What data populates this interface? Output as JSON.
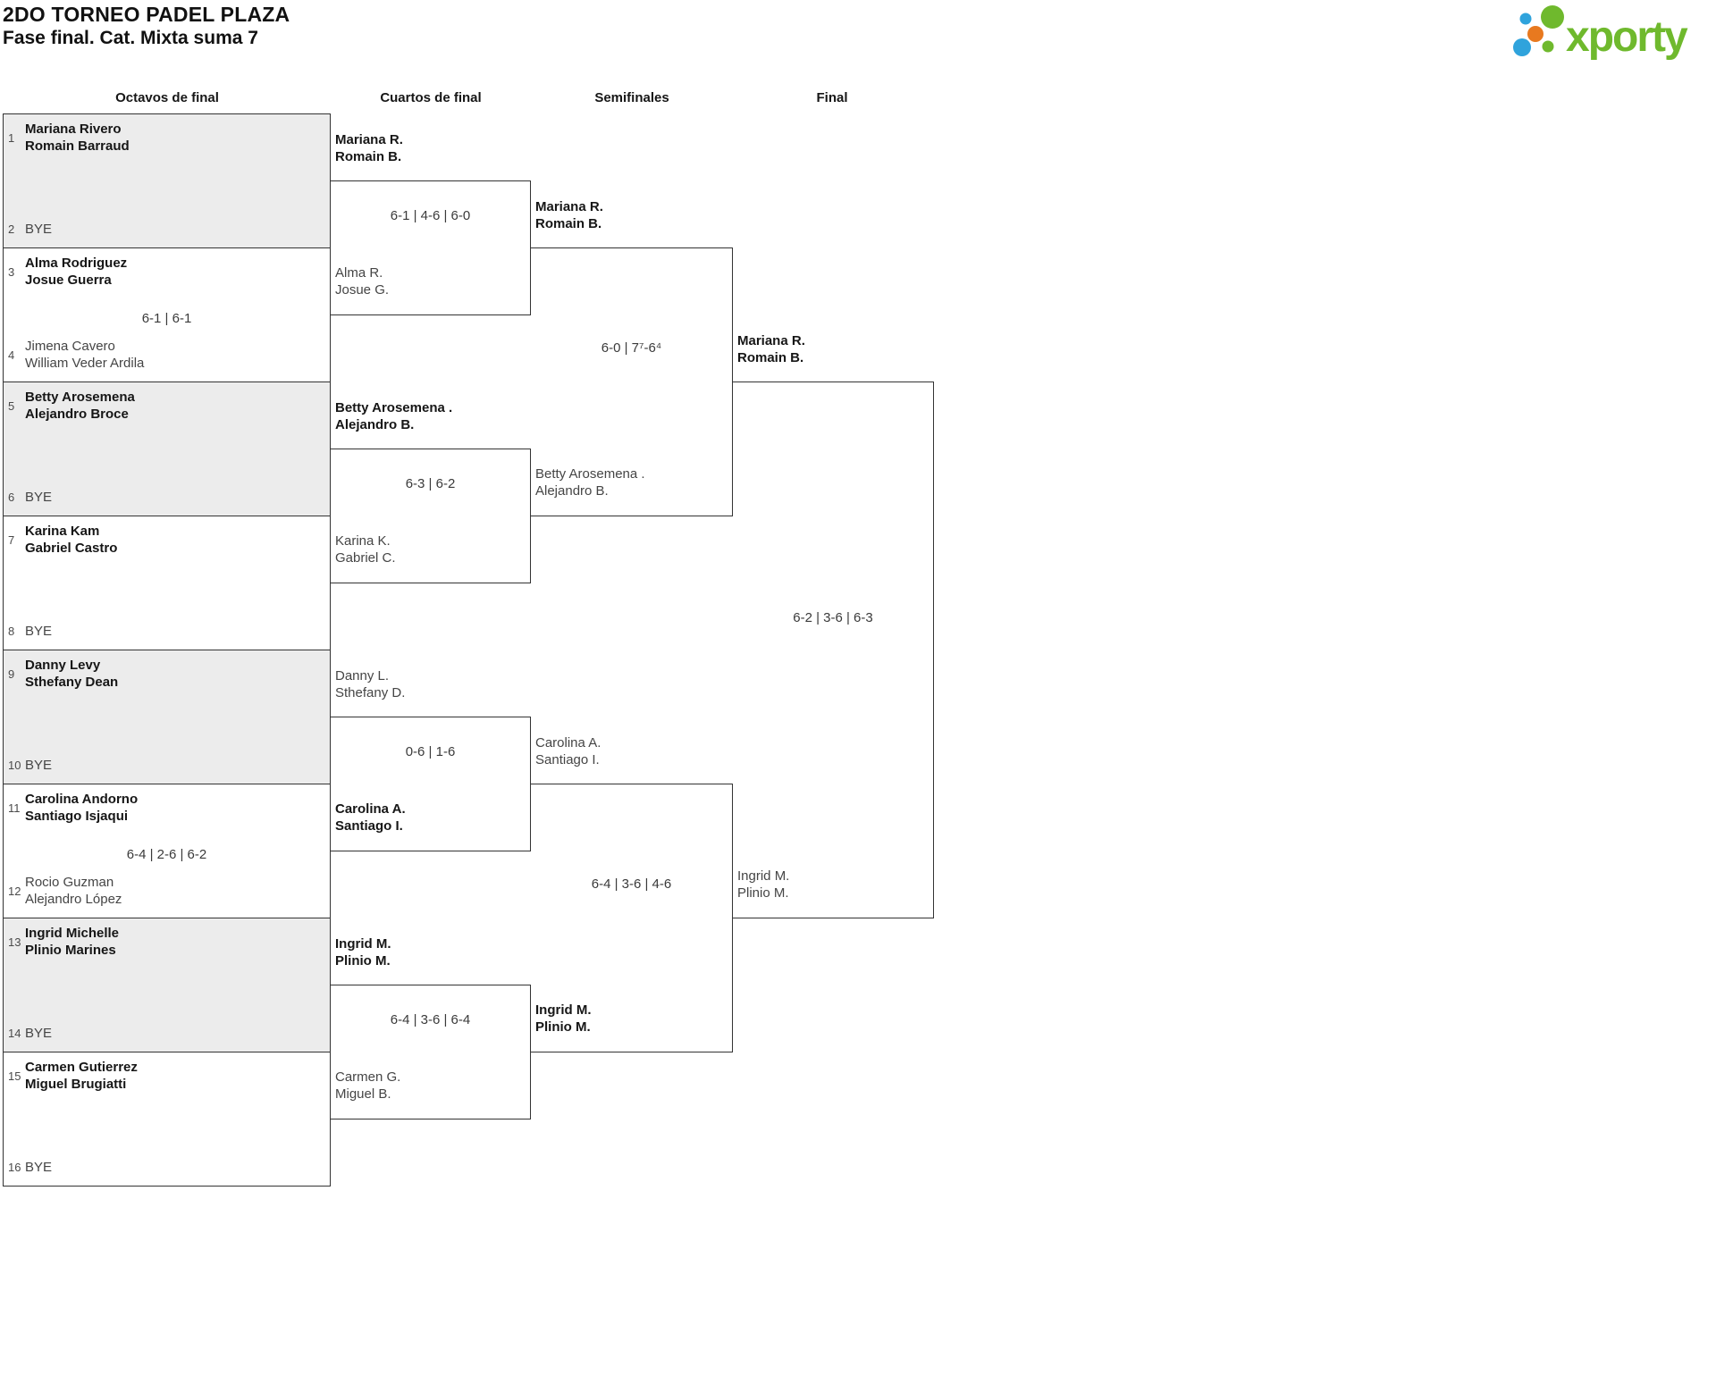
{
  "header": {
    "title": "2DO TORNEO PADEL PLAZA",
    "subtitle": "Fase final. Cat. Mixta suma 7",
    "logo_text": "xporty",
    "logo_colors": {
      "green": "#6fb92d",
      "blue": "#2fa3dc",
      "orange": "#e8791f"
    }
  },
  "rounds": [
    "Octavos de final",
    "Cuartos de final",
    "Semifinales",
    "Final"
  ],
  "bracket": {
    "r16_pairs": [
      {
        "shaded": true,
        "top": {
          "seed": "1",
          "line1": "Mariana Rivero",
          "line2": "Romain Barraud",
          "winner": true
        },
        "score": "",
        "bottom": {
          "seed": "2",
          "line1": "BYE",
          "line2": "",
          "winner": false
        }
      },
      {
        "shaded": false,
        "top": {
          "seed": "3",
          "line1": "Alma Rodriguez",
          "line2": "Josue Guerra",
          "winner": true
        },
        "score": "6-1 | 6-1",
        "bottom": {
          "seed": "4",
          "line1": "Jimena Cavero",
          "line2": "William Veder Ardila",
          "winner": false
        }
      },
      {
        "shaded": true,
        "top": {
          "seed": "5",
          "line1": "Betty Arosemena",
          "line2": "Alejandro Broce",
          "winner": true
        },
        "score": "",
        "bottom": {
          "seed": "6",
          "line1": "BYE",
          "line2": "",
          "winner": false
        }
      },
      {
        "shaded": false,
        "top": {
          "seed": "7",
          "line1": "Karina Kam",
          "line2": "Gabriel Castro",
          "winner": true
        },
        "score": "",
        "bottom": {
          "seed": "8",
          "line1": "BYE",
          "line2": "",
          "winner": false
        }
      },
      {
        "shaded": true,
        "top": {
          "seed": "9",
          "line1": "Danny Levy",
          "line2": "Sthefany Dean",
          "winner": true
        },
        "score": "",
        "bottom": {
          "seed": "10",
          "line1": "BYE",
          "line2": "",
          "winner": false
        }
      },
      {
        "shaded": false,
        "top": {
          "seed": "11",
          "line1": "Carolina Andorno",
          "line2": "Santiago Isjaqui",
          "winner": true
        },
        "score": "6-4 | 2-6 | 6-2",
        "bottom": {
          "seed": "12",
          "line1": "Rocio Guzman",
          "line2": "Alejandro López",
          "winner": false
        }
      },
      {
        "shaded": true,
        "top": {
          "seed": "13",
          "line1": "Ingrid Michelle",
          "line2": "Plinio Marines",
          "winner": true
        },
        "score": "",
        "bottom": {
          "seed": "14",
          "line1": "BYE",
          "line2": "",
          "winner": false
        }
      },
      {
        "shaded": false,
        "top": {
          "seed": "15",
          "line1": "Carmen Gutierrez",
          "line2": "Miguel Brugiatti",
          "winner": true
        },
        "score": "",
        "bottom": {
          "seed": "16",
          "line1": "BYE",
          "line2": "",
          "winner": false
        }
      }
    ],
    "quarterfinals": [
      {
        "top": {
          "line1": "Mariana R.",
          "line2": "Romain B.",
          "winner": true
        },
        "score": "6-1 | 4-6 | 6-0",
        "bottom": {
          "line1": "Alma R.",
          "line2": "Josue G.",
          "winner": false
        }
      },
      {
        "top": {
          "line1": "Betty Arosemena .",
          "line2": "Alejandro B.",
          "winner": true
        },
        "score": "6-3 | 6-2",
        "bottom": {
          "line1": "Karina K.",
          "line2": "Gabriel C.",
          "winner": false
        }
      },
      {
        "top": {
          "line1": "Danny L.",
          "line2": "Sthefany D.",
          "winner": false
        },
        "score": "0-6 | 1-6",
        "bottom": {
          "line1": "Carolina A.",
          "line2": "Santiago I.",
          "winner": true
        }
      },
      {
        "top": {
          "line1": "Ingrid M.",
          "line2": "Plinio M.",
          "winner": true
        },
        "score": "6-4 | 3-6 | 6-4",
        "bottom": {
          "line1": "Carmen G.",
          "line2": "Miguel B.",
          "winner": false
        }
      }
    ],
    "semifinals": [
      {
        "top": {
          "line1": "Mariana R.",
          "line2": "Romain B.",
          "winner": true
        },
        "score": "6-0 | 7⁷-6⁴",
        "bottom": {
          "line1": "Betty Arosemena .",
          "line2": "Alejandro B.",
          "winner": false
        }
      },
      {
        "top": {
          "line1": "Carolina A.",
          "line2": "Santiago I.",
          "winner": false
        },
        "score": "6-4 | 3-6 | 4-6",
        "bottom": {
          "line1": "Ingrid M.",
          "line2": "Plinio M.",
          "winner": true
        }
      }
    ],
    "final": {
      "top": {
        "line1": "Mariana R.",
        "line2": "Romain B.",
        "winner": true
      },
      "score": "6-2 | 3-6 | 6-3",
      "bottom": {
        "line1": "Ingrid M.",
        "line2": "Plinio M.",
        "winner": false
      }
    }
  }
}
